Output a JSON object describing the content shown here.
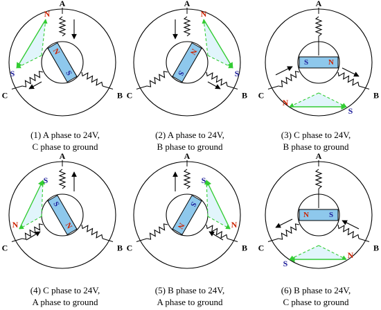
{
  "colors": {
    "rotor_fill": "#8ec8ec",
    "pole_n": "#cc2200",
    "pole_s": "#1a1a99",
    "vector": "#33cc33",
    "vector_fill": "#cdeef8",
    "line": "#000000"
  },
  "phase_labels": {
    "a": "A",
    "b": "B",
    "c": "C"
  },
  "pole_labels": {
    "n": "N",
    "s": "S"
  },
  "panels": [
    {
      "caption": [
        "(1) A phase to 24V,",
        "C phase to ground"
      ],
      "current_phases": [
        "A",
        "C"
      ],
      "rotor_orientation_deg": 60,
      "field_triangle": {
        "n": "top-right",
        "s": "bottom-left"
      }
    },
    {
      "caption": [
        "(2) A phase to 24V,",
        "B phase to ground"
      ],
      "current_phases": [
        "A",
        "B"
      ],
      "rotor_orientation_deg": 120,
      "field_triangle": {
        "n": "top-left",
        "s": "bottom-right"
      }
    },
    {
      "caption": [
        "(3) C phase to 24V,",
        "B phase to ground"
      ],
      "current_phases": [
        "C",
        "B"
      ],
      "rotor_orientation_deg": 0,
      "field_triangle": {
        "n": "left",
        "s": "right"
      }
    },
    {
      "caption": [
        "(4) C phase to 24V,",
        "A phase to ground"
      ],
      "current_phases": [
        "C",
        "A"
      ],
      "rotor_orientation_deg": 60,
      "field_triangle": {
        "n": "bottom-left",
        "s": "top-right"
      }
    },
    {
      "caption": [
        "(5) B phase to 24V,",
        "A phase to ground"
      ],
      "current_phases": [
        "B",
        "A"
      ],
      "rotor_orientation_deg": 120,
      "field_triangle": {
        "n": "bottom-right",
        "s": "top-left"
      }
    },
    {
      "caption": [
        "(6) B phase to 24V,",
        "C phase to ground"
      ],
      "current_phases": [
        "B",
        "C"
      ],
      "rotor_orientation_deg": 0,
      "field_triangle": {
        "n": "right",
        "s": "left"
      }
    }
  ]
}
